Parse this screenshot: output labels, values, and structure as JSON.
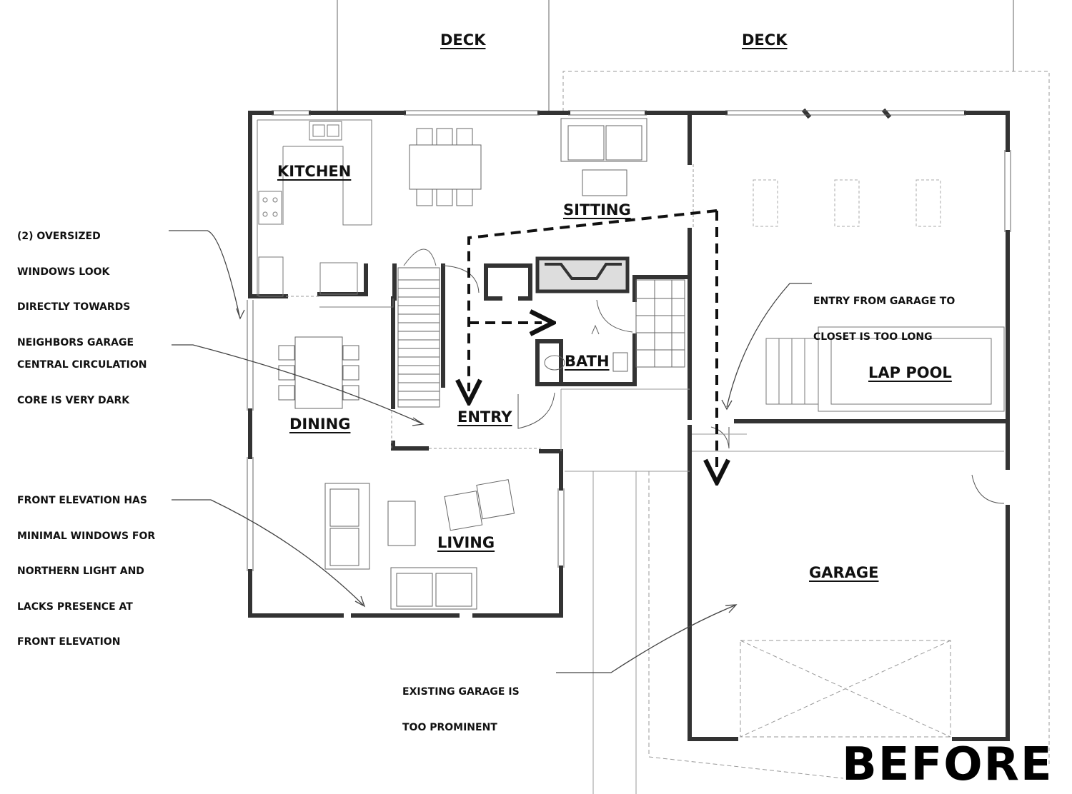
{
  "rooms": {
    "deck_left": "DECK",
    "deck_right": "DECK",
    "kitchen": "KITCHEN",
    "sitting": "SITTING",
    "dining": "DINING",
    "entry": "ENTRY",
    "bath": "BATH",
    "living": "LIVING",
    "lap_pool": "LAP POOL",
    "garage": "GARAGE"
  },
  "notes": {
    "windows": [
      "(2) OVERSIZED",
      "WINDOWS LOOK",
      "DIRECTLY TOWARDS",
      "NEIGHBORS GARAGE"
    ],
    "circulation": [
      "CENTRAL CIRCULATION",
      "CORE IS VERY DARK"
    ],
    "front_elevation": [
      "FRONT ELEVATION HAS",
      "MINIMAL WINDOWS FOR",
      "NORTHERN LIGHT AND",
      "LACKS PRESENCE AT",
      "FRONT ELEVATION"
    ],
    "garage_entry": [
      "ENTRY FROM GARAGE TO",
      "CLOSET IS TOO LONG"
    ],
    "garage_prominent": [
      "EXISTING GARAGE IS",
      "TOO PROMINENT"
    ]
  },
  "stamp": "BEFORE",
  "colors": {
    "wall": "#333333",
    "line": "#555555",
    "dashed": "#999999",
    "path": "#111111"
  }
}
